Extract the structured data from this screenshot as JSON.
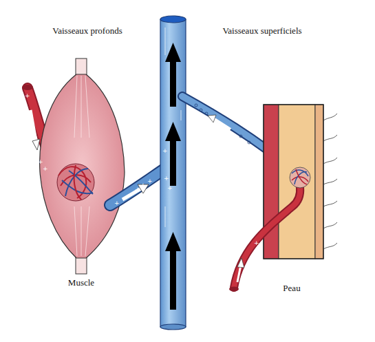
{
  "diagram": {
    "labels": [
      "Vaisseaux profonds",
      "Vaisseaux superficiels",
      "Muscle",
      "Peau"
    ]
  }
}
